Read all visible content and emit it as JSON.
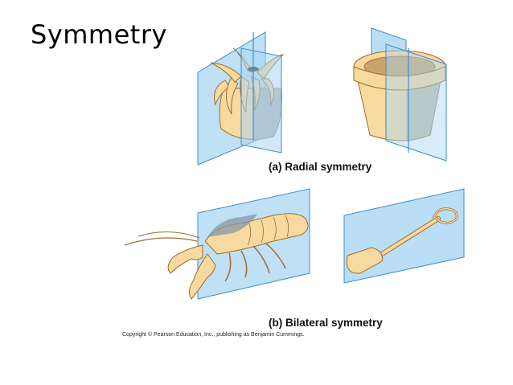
{
  "title": "Symmetry",
  "captions": {
    "radial": "(a) Radial symmetry",
    "bilateral": "(b) Bilateral symmetry"
  },
  "copyright": "Copyright © Pearson Education, Inc., publishing as Benjamin Cummings.",
  "colors": {
    "plane": "#a9d6f2",
    "plane_edge": "#3f8fc8",
    "body": "#f8d9a0",
    "body_outline": "#a36a2a",
    "shadow": "#8a96a6"
  },
  "figures": [
    "sea-anemone",
    "flower-pot",
    "crayfish",
    "shovel"
  ]
}
